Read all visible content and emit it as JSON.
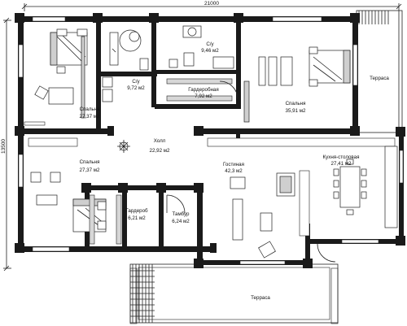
{
  "dimensions": {
    "width": "21000",
    "height": "13500"
  },
  "rooms": [
    {
      "id": "bedroom-nw",
      "name": "Спальня",
      "area": "27,37 м2"
    },
    {
      "id": "bath-1",
      "name": "С/у",
      "area": "9,72 м2"
    },
    {
      "id": "bath-2",
      "name": "С/у",
      "area": "9,46 м2"
    },
    {
      "id": "wardrobe-1",
      "name": "Гардеробная",
      "area": "7,92 м2"
    },
    {
      "id": "bedroom-ne",
      "name": "Спальня",
      "area": "35,91 м2"
    },
    {
      "id": "hall",
      "name": "Холл",
      "area": "22,92 м2"
    },
    {
      "id": "bedroom-sw",
      "name": "Спальня",
      "area": "27,37 м2"
    },
    {
      "id": "wardrobe-2",
      "name": "Гардероб",
      "area": "6,21 м2"
    },
    {
      "id": "tambour",
      "name": "Тамбур",
      "area": "6,24 м2"
    },
    {
      "id": "living",
      "name": "Гостиная",
      "area": "42,3 м2"
    },
    {
      "id": "kitchen",
      "name": "Кухня-столовая",
      "area": "27,41 м2"
    }
  ],
  "terraces": [
    {
      "id": "terrace-east",
      "name": "Терраса"
    },
    {
      "id": "terrace-south",
      "name": "Терраса"
    }
  ]
}
